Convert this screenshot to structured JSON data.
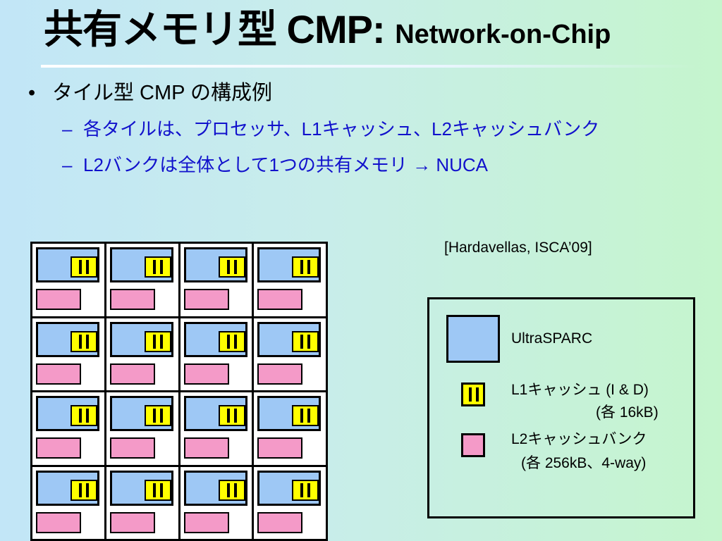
{
  "title": {
    "main": "共有メモリ型 CMP: ",
    "sub": "Network-on-Chip"
  },
  "bullet": {
    "marker": "•",
    "text": "タイル型 CMP の構成例"
  },
  "subbullets": [
    {
      "marker": "–",
      "text": "各タイルは、プロセッサ、L1キャッシュ、L2キャッシュバンク"
    },
    {
      "marker": "–",
      "text": "L2バンクは全体として1つの共有メモリ → NUCA"
    }
  ],
  "citation": "[Hardavellas, ISCA’09]",
  "tile_grid": {
    "rows": 4,
    "cols": 4
  },
  "legend": {
    "cpu": "UltraSPARC",
    "l1_line1": "L1キャッシュ (I & D)",
    "l1_line2": "(各 16kB)",
    "l2_line1": "L2キャッシュバンク",
    "l2_line2": "(各 256kB、4-way)"
  },
  "colors": {
    "cpu": "#9ec8f5",
    "l1": "#ffff00",
    "l2": "#f49ac8",
    "subbullet_text": "#1111cc"
  }
}
